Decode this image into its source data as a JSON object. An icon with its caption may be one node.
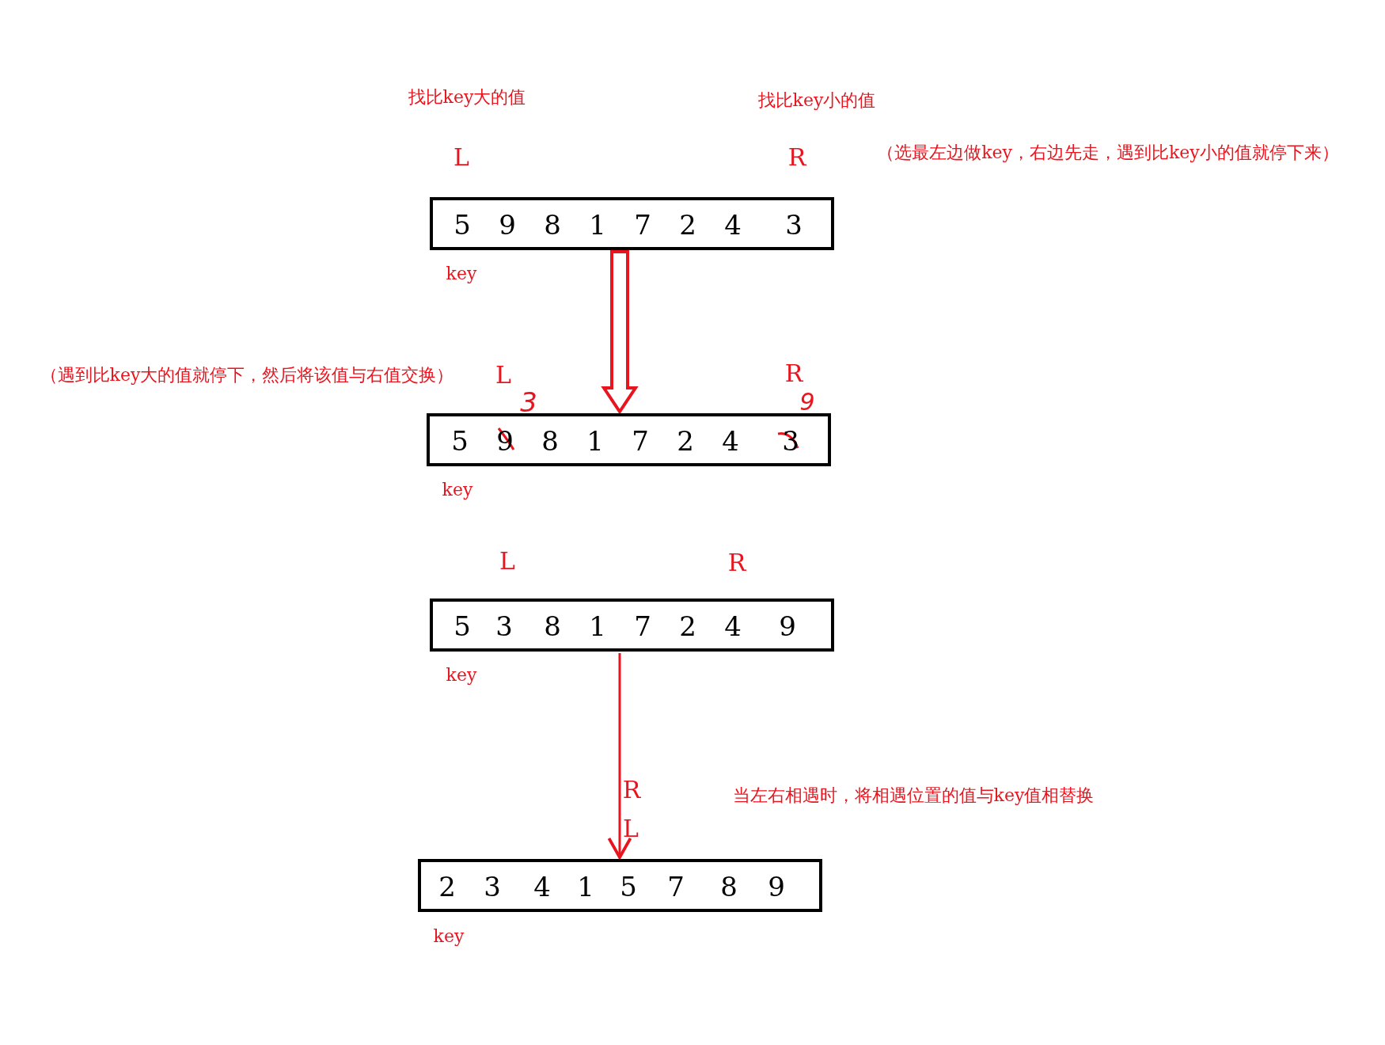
{
  "diagram": {
    "nodes": [
      {
        "text": [
          "5",
          "9",
          "8",
          "1",
          "7",
          "2",
          "4",
          "3"
        ]
      },
      {
        "text": [
          "5",
          "9",
          "8",
          "1",
          "7",
          "2",
          "4",
          "3"
        ]
      },
      {
        "text": [
          "5",
          "3",
          "8",
          "1",
          "7",
          "2",
          "4",
          "9"
        ]
      },
      {
        "text": [
          "2",
          "3",
          "4",
          "1",
          "5",
          "7",
          "8",
          "9"
        ]
      }
    ],
    "edges": [
      {
        "from": 0,
        "to": 1,
        "arrow": "to",
        "style": "thick"
      },
      {
        "from": 2,
        "to": 3,
        "arrow": "to"
      }
    ],
    "labels": [
      "找比key大的值",
      "找比key小的值",
      "L",
      "R",
      "（选最左边做key，右边先走，遇到比key小的值就停下来）",
      "key",
      "（遇到比key大的值就停下，然后将该值与右值交换）",
      "L",
      "R",
      "3",
      "9",
      "key",
      "L",
      "R",
      "key",
      "R",
      "当左右相遇时，将相遇位置的值与key值相替换",
      "L",
      "key"
    ]
  }
}
